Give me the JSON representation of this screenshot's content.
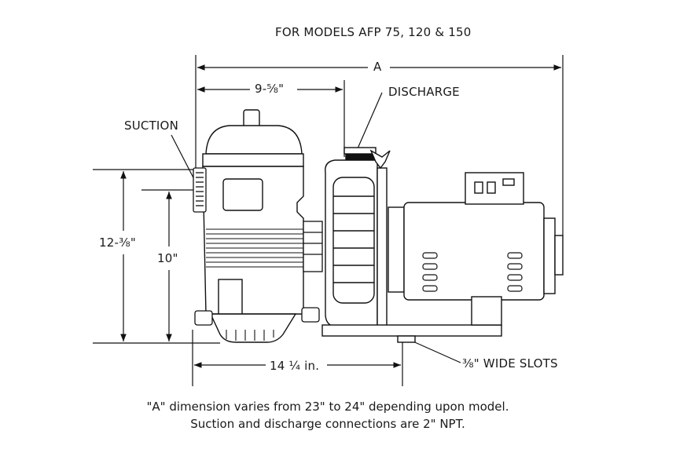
{
  "title": "FOR MODELS AFP 75, 120 & 150",
  "labels": {
    "a": "A",
    "width_strainer": "9-⅝\"",
    "discharge": "DISCHARGE",
    "suction": "SUCTION",
    "height_total": "12-⅜\"",
    "height_inlet": "10\"",
    "base_length": "14 ¼ in.",
    "slots": "⅜\" WIDE SLOTS"
  },
  "notes": [
    "\"A\" dimension varies from 23\" to 24\" depending upon model.",
    "Suction and discharge connections are 2\" NPT."
  ]
}
